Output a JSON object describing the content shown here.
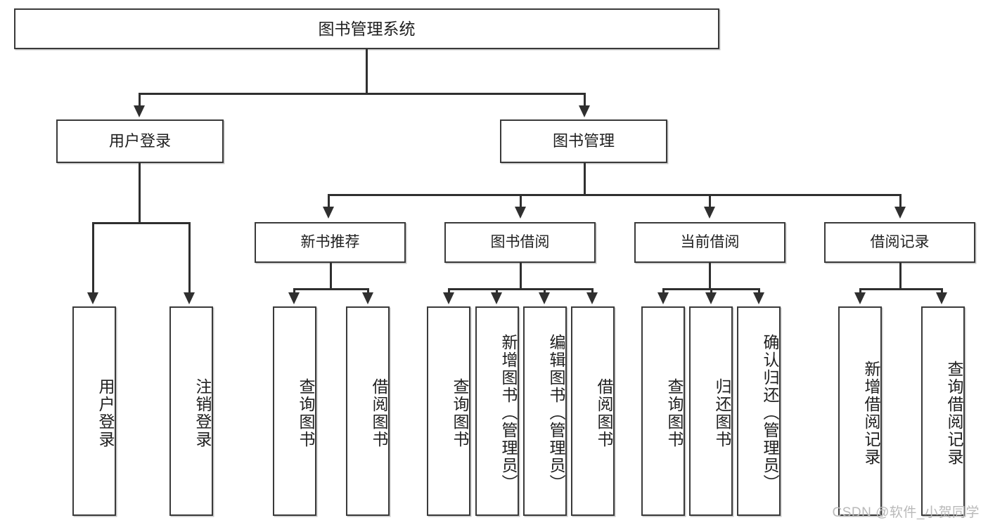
{
  "diagram": {
    "type": "tree",
    "title": "图书管理系统",
    "watermark": "CSDN @软件_小贺同学",
    "colors": {
      "box_border": "#3a3a3a",
      "line": "#2f2f2f",
      "background": "#ffffff",
      "text": "#1f1f1f",
      "watermark": "#b9b9b9"
    },
    "root": {
      "label": "图书管理系统"
    },
    "level2": [
      {
        "label": "用户登录"
      },
      {
        "label": "图书管理"
      }
    ],
    "level3": [
      {
        "label": "新书推荐"
      },
      {
        "label": "图书借阅"
      },
      {
        "label": "当前借阅"
      },
      {
        "label": "借阅记录"
      }
    ],
    "leaves": {
      "user_login": [
        {
          "label": "用户登录"
        },
        {
          "label": "注销登录"
        }
      ],
      "new_book_recommend": [
        {
          "label": "查询图书"
        },
        {
          "label": "借阅图书"
        }
      ],
      "book_borrow": [
        {
          "label": "查询图书"
        },
        {
          "label": "新增图书（管理员）"
        },
        {
          "label": "编辑图书（管理员）"
        },
        {
          "label": "借阅图书"
        }
      ],
      "current_borrow": [
        {
          "label": "查询图书"
        },
        {
          "label": "归还图书"
        },
        {
          "label": "确认归还（管理员）"
        }
      ],
      "borrow_record": [
        {
          "label": "新增借阅记录"
        },
        {
          "label": "查询借阅记录"
        }
      ]
    }
  }
}
